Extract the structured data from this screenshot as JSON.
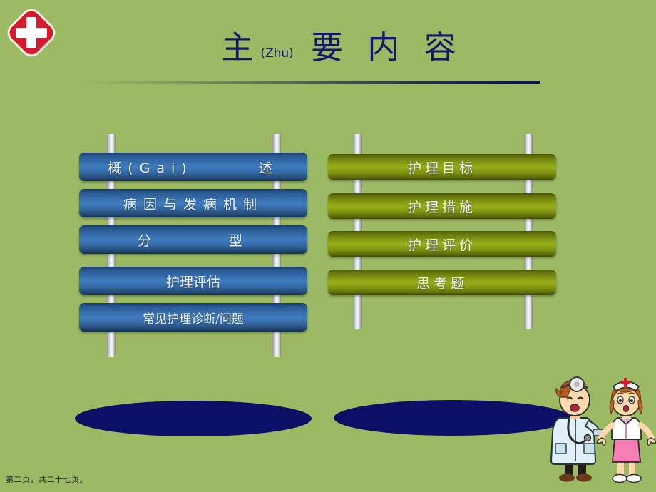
{
  "slide": {
    "background_color": "#9cba63",
    "title": {
      "main_prefix": "主",
      "pinyin": "(Zhu)",
      "main_suffix": " 要  内  容",
      "color": "#16166b"
    },
    "logo": {
      "name": "red-cross-medical-logo",
      "cross_color": "#ffffff",
      "badge_color": "#d7192d"
    },
    "left_frame": {
      "accent_color": "#3f7dc0",
      "items": [
        {
          "label": "概(Gai)",
          "label_suffix": "述",
          "has_gap": true
        },
        {
          "label": "病因与发病机制",
          "label_suffix": "",
          "has_gap": false
        },
        {
          "label": "分",
          "label_suffix": "型",
          "has_gap": true
        },
        {
          "label": "护理评估",
          "label_suffix": "",
          "has_gap": false
        },
        {
          "label": "常见护理诊断/问题",
          "label_suffix": "",
          "has_gap": false
        }
      ]
    },
    "right_frame": {
      "accent_color": "#97ae19",
      "items": [
        {
          "label": "护理目标"
        },
        {
          "label": "护理措施"
        },
        {
          "label": "护理评价"
        },
        {
          "label": "思考题"
        }
      ]
    },
    "ellipses": [
      {
        "name": "left-ellipse",
        "color": "#0b1066"
      },
      {
        "name": "right-ellipse",
        "color": "#0b1066"
      }
    ],
    "characters": {
      "doctor": "cartoon-doctor",
      "nurse": "cartoon-nurse"
    },
    "footer": {
      "text": "第二页，共二十七页。"
    }
  }
}
